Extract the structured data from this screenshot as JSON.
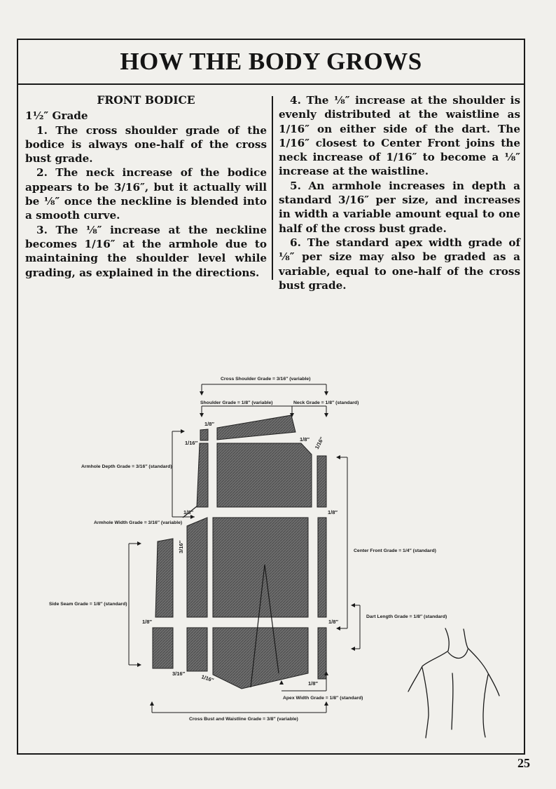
{
  "title": "HOW THE BODY GROWS",
  "left_column": {
    "heading": "FRONT BODICE",
    "grade": "1½″ Grade",
    "paragraphs": [
      {
        "num": "1.",
        "text": "The cross shoulder grade of the bodice is always one-half of the cross bust grade."
      },
      {
        "num": "2.",
        "text": "The neck increase of the bodice appears to be 3/16″, but it actually will be ⅛″ once the neckline is blended into a smooth curve."
      },
      {
        "num": "3.",
        "text": "The ⅛″ increase at the neckline becomes 1/16″ at the armhole due to maintaining the shoulder level while grading, as explained in the directions."
      }
    ]
  },
  "right_column": {
    "paragraphs": [
      {
        "num": "4.",
        "text": "The ⅛″ increase at the shoulder is evenly distributed at the waistline as 1/16″ on either side of the dart. The 1/16″ closest to Center Front joins the neck increase of 1/16″ to become a ⅛″ increase at the waistline."
      },
      {
        "num": "5.",
        "text": "An armhole increases in depth a standard 3/16″ per size, and increases in width a variable amount equal to one half of the cross bust grade."
      },
      {
        "num": "6.",
        "text": "The standard apex width grade of ⅛″ per size may also be graded as a variable, equal to one-half of the cross bust grade."
      }
    ]
  },
  "diagram": {
    "labels": {
      "cross_shoulder": "Cross Shoulder Grade = 3/16″ (variable)",
      "shoulder": "Shoulder Grade = 1/8″ (variable)",
      "neck": "Neck Grade = 1/8″ (standard)",
      "armhole_depth": "Armhole Depth Grade = 3/16″ (standard)",
      "armhole_width": "Armhole Width Grade = 3/16″ (variable)",
      "center_front": "Center Front Grade = 1/4″ (standard)",
      "side_seam": "Side Seam Grade = 1/8″ (standard)",
      "dart_length": "Dart Length Grade = 1/8″ (standard)",
      "apex_width": "Apex Width Grade = 1/8″ (standard)",
      "cross_bust_waist": "Cross Bust and Waistline Grade = 3/8″ (variable)"
    },
    "measures": {
      "m_1_8_top": "1/8″",
      "m_1_16_left": "1/16″",
      "m_1_8_neck": "1/8″",
      "m_1_16_neck": "1/16″",
      "m_1_8_arm_left": "1/8″",
      "m_1_8_arm_right": "1/8″",
      "m_3_16_vertical": "3/16″",
      "m_1_8_side_left": "1/8″",
      "m_1_8_side_right": "1/8″",
      "m_3_16_bottom": "3/16″",
      "m_1_16_bottom": "1/16″",
      "m_1_8_bottom_right": "1/8″"
    }
  },
  "page_number": "25"
}
